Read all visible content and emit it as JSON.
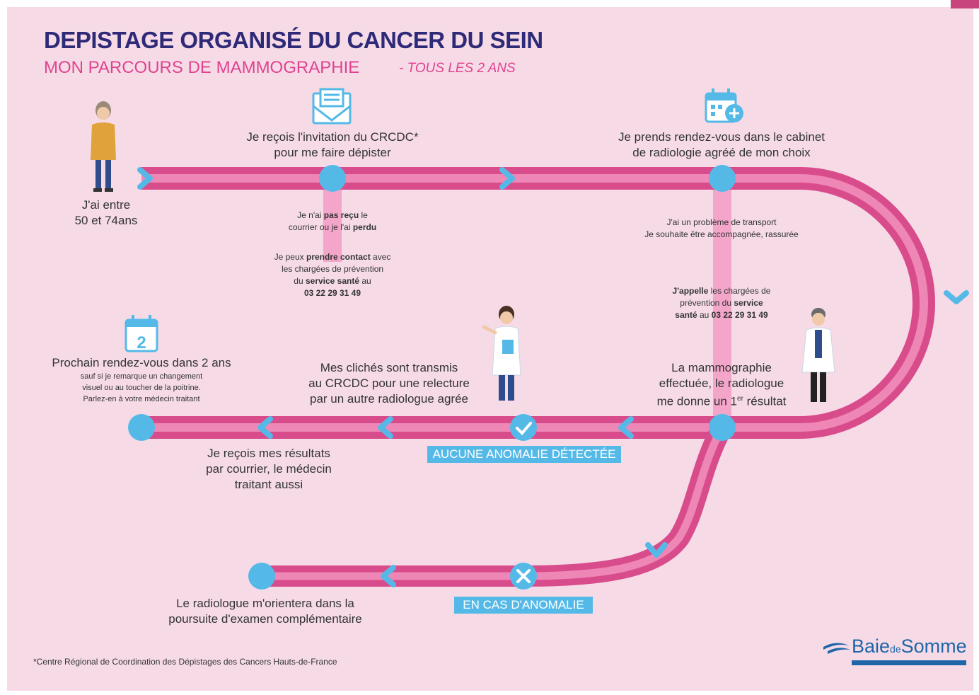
{
  "header": {
    "title": "DEPISTAGE ORGANISÉ DU CANCER DU SEIN",
    "subtitle": "MON PARCOURS DE MAMMOGRAPHIE",
    "frequency": "- TOUS LES 2 ANS"
  },
  "steps": {
    "age": [
      "J'ai entre",
      "50 et 74ans"
    ],
    "invitation": [
      "Je reçois l'invitation du CRCDC*",
      "pour me faire dépister"
    ],
    "appointment": [
      "Je prends rendez-vous dans le cabinet",
      "de radiologie agréé de mon choix"
    ],
    "mammo": [
      "La mammographie",
      "effectuée, le radiologue",
      "me donne un 1",
      "er",
      " résultat"
    ],
    "relecture": [
      "Mes clichés sont transmis",
      "au CRCDC pour une relecture",
      "par un autre radiologue agrée"
    ],
    "results": [
      "Je reçois mes résultats",
      "par courrier, le médecin",
      "traitant aussi"
    ],
    "next": {
      "title": "Prochain rendez-vous dans 2 ans",
      "notes": [
        "sauf si je remarque un changement",
        "visuel ou au toucher de la poitrine.",
        "Parlez-en à votre médecin traitant"
      ]
    },
    "orientation": [
      "Le radiologue m'orientera dans la",
      "poursuite d'examen complémentaire"
    ]
  },
  "notes": {
    "lost": [
      "Je n'ai ",
      "pas reçu",
      " le",
      "courrier ou je l'ai ",
      "perdu"
    ],
    "contact": [
      "Je peux ",
      "prendre contact",
      " avec",
      "les chargées de prévention",
      "du ",
      "service santé",
      " au",
      "03 22 29 31 49"
    ],
    "transport": [
      "J'ai un problème de transport",
      "Je souhaite être accompagnée, rassurée"
    ],
    "call": [
      "J'appelle",
      " les chargées de",
      "prévention du ",
      "service",
      "santé",
      " au ",
      "03 22 29 31 49"
    ]
  },
  "badges": {
    "no_anomaly": "AUCUNE ANOMALIE DÉTECTÉE",
    "anomaly": "EN CAS D'ANOMALIE"
  },
  "calendar_number": "2",
  "footnote": "*Centre Régional de Coordination des Dépistages des Cancers Hauts-de-France",
  "brand": {
    "name_a": "Baie",
    "name_de": "de",
    "name_b": "Somme"
  },
  "colors": {
    "background": "#f6dbe7",
    "path": "#e0639f",
    "path_light": "#f5b3d0",
    "node": "#55b9e8",
    "title": "#2e2a78",
    "subtitle": "#e1428f",
    "brand": "#1e66a8"
  }
}
